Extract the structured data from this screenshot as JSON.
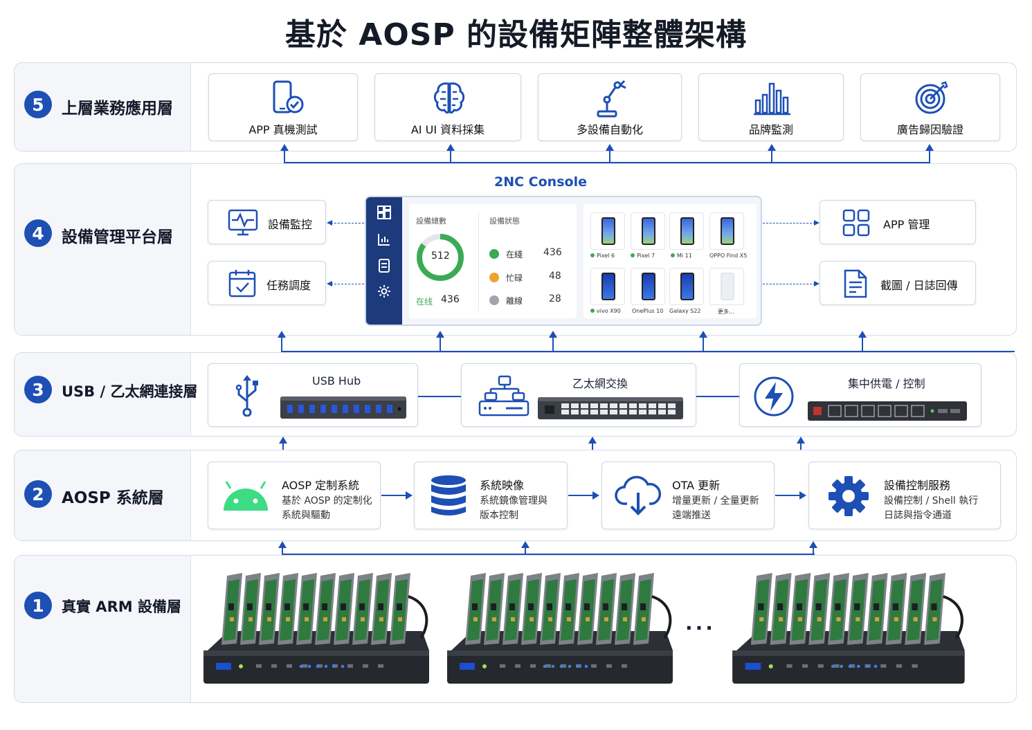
{
  "title": "基於 AOSP 的設備矩陣整體架構",
  "layers": {
    "l5": {
      "num": "5",
      "title": "上層業務應用層",
      "items": [
        {
          "label": "APP 真機測試",
          "icon": "phone-check-icon"
        },
        {
          "label": "AI UI 資料採集",
          "icon": "brain-icon"
        },
        {
          "label": "多設備自動化",
          "icon": "robot-arm-icon"
        },
        {
          "label": "品牌監測",
          "icon": "bar-chart-icon"
        },
        {
          "label": "廣告歸因驗證",
          "icon": "target-icon"
        }
      ]
    },
    "l4": {
      "num": "4",
      "title": "設備管理平台層",
      "console_title": "2NC Console",
      "left": [
        {
          "label": "設備監控",
          "icon": "monitor-pulse-icon"
        },
        {
          "label": "任務調度",
          "icon": "calendar-check-icon"
        }
      ],
      "right": [
        {
          "label": "APP 管理",
          "icon": "app-grid-icon"
        },
        {
          "label": "截圖 / 日誌回傳",
          "icon": "document-icon"
        }
      ],
      "console": {
        "total_label": "設備總數",
        "total": "512",
        "online_label": "在线",
        "online": "436",
        "status_label": "設備狀態",
        "status": [
          {
            "label": "在綫",
            "value": "436",
            "color": "#3aaa55"
          },
          {
            "label": "忙碌",
            "value": "48",
            "color": "#f0a22e"
          },
          {
            "label": "離線",
            "value": "28",
            "color": "#a0a4ab"
          }
        ],
        "devices": [
          "Pixel 6",
          "Pixel 7",
          "Mi 11",
          "OPPO Find X5",
          "vivo X90",
          "OnePlus 10",
          "Galaxy S22",
          "更多..."
        ]
      }
    },
    "l3": {
      "num": "3",
      "title": "USB / 乙太網連接層",
      "items": [
        {
          "label": "USB Hub",
          "icon": "usb-icon"
        },
        {
          "label": "乙太網交換",
          "icon": "network-switch-icon"
        },
        {
          "label": "集中供電 / 控制",
          "icon": "power-bolt-icon"
        }
      ]
    },
    "l2": {
      "num": "2",
      "title": "AOSP 系統層",
      "items": [
        {
          "title": "AOSP 定制系統",
          "line1": "基於 AOSP 的定制化",
          "line2": "系統與驅動",
          "icon": "android-icon"
        },
        {
          "title": "系統映像",
          "line1": "系統鏡像管理與",
          "line2": "版本控制",
          "icon": "database-icon"
        },
        {
          "title": "OTA 更新",
          "line1": "增量更新 / 全量更新",
          "line2": "遠端推送",
          "icon": "cloud-download-icon"
        },
        {
          "title": "設備控制服務",
          "line1": "設備控制 / Shell 執行",
          "line2": "日誌與指令通道",
          "icon": "gear-icon"
        }
      ]
    },
    "l1": {
      "num": "1",
      "title": "真實 ARM 設備層",
      "ellipsis": "..."
    }
  },
  "colors": {
    "accent": "#1d4fb5",
    "console_sidebar": "#1c3a7c"
  }
}
